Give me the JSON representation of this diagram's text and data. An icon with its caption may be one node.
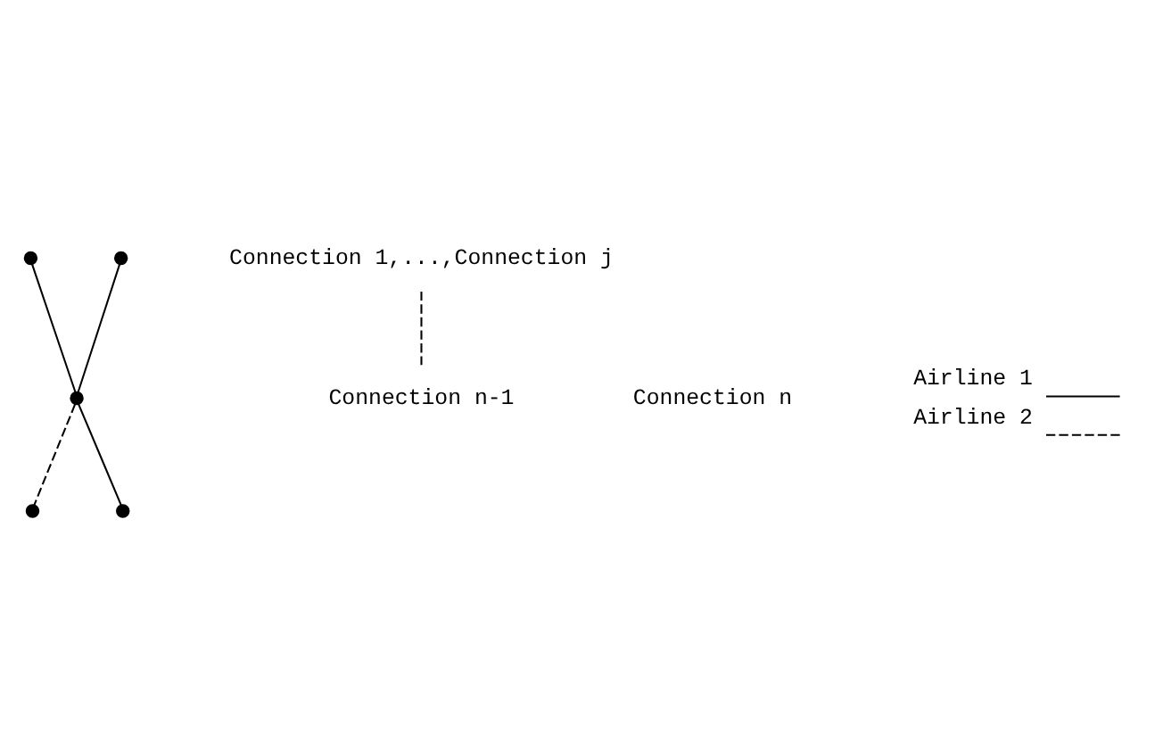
{
  "diagram": {
    "nodes": [
      {
        "text": [],
        "shape": "circle"
      },
      {
        "text": [],
        "shape": "circle"
      },
      {
        "text": [],
        "shape": "circle"
      },
      {
        "text": [],
        "shape": "circle"
      },
      {
        "text": [],
        "shape": "circle"
      },
      {
        "text": [
          "Connection 1,...,Connection j"
        ]
      },
      {
        "text": [
          "Connection n"
        ]
      },
      {
        "text": [
          "Connection n-1"
        ]
      }
    ],
    "edges": [
      {
        "from": 0,
        "to": 2,
        "arrow": "none"
      },
      {
        "from": 1,
        "to": 2,
        "arrow": "none"
      },
      {
        "from": 2,
        "to": 3,
        "arrow": "none",
        "style": "dashed"
      },
      {
        "from": 2,
        "to": 4,
        "arrow": "none"
      },
      {
        "from": 5,
        "to": 7,
        "arrow": "none",
        "style": "dashed"
      }
    ],
    "legend": [
      {
        "text": "Airline 1"
      },
      {
        "text": "Airline 2"
      }
    ]
  }
}
